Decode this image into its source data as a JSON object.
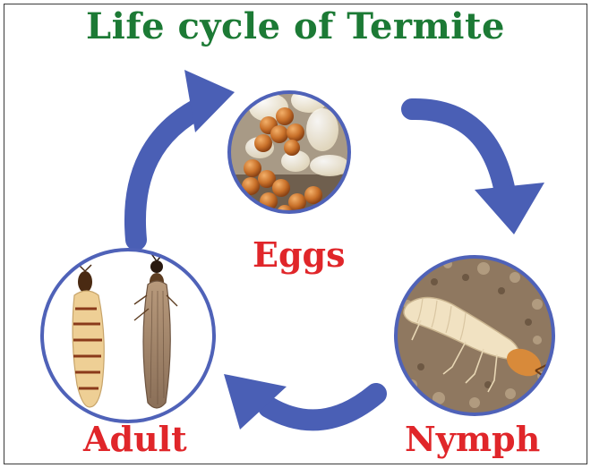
{
  "title": "Life cycle of Termite",
  "stages": {
    "eggs": {
      "label": "Eggs"
    },
    "nymph": {
      "label": "Nymph"
    },
    "adult": {
      "label": "Adult"
    }
  },
  "colors": {
    "title": "#1c7a35",
    "stage_label": "#e0262a",
    "arrow": "#4a5fb5",
    "circle_border": "#4f62b8"
  },
  "cycle_order": [
    "eggs",
    "nymph",
    "adult"
  ]
}
